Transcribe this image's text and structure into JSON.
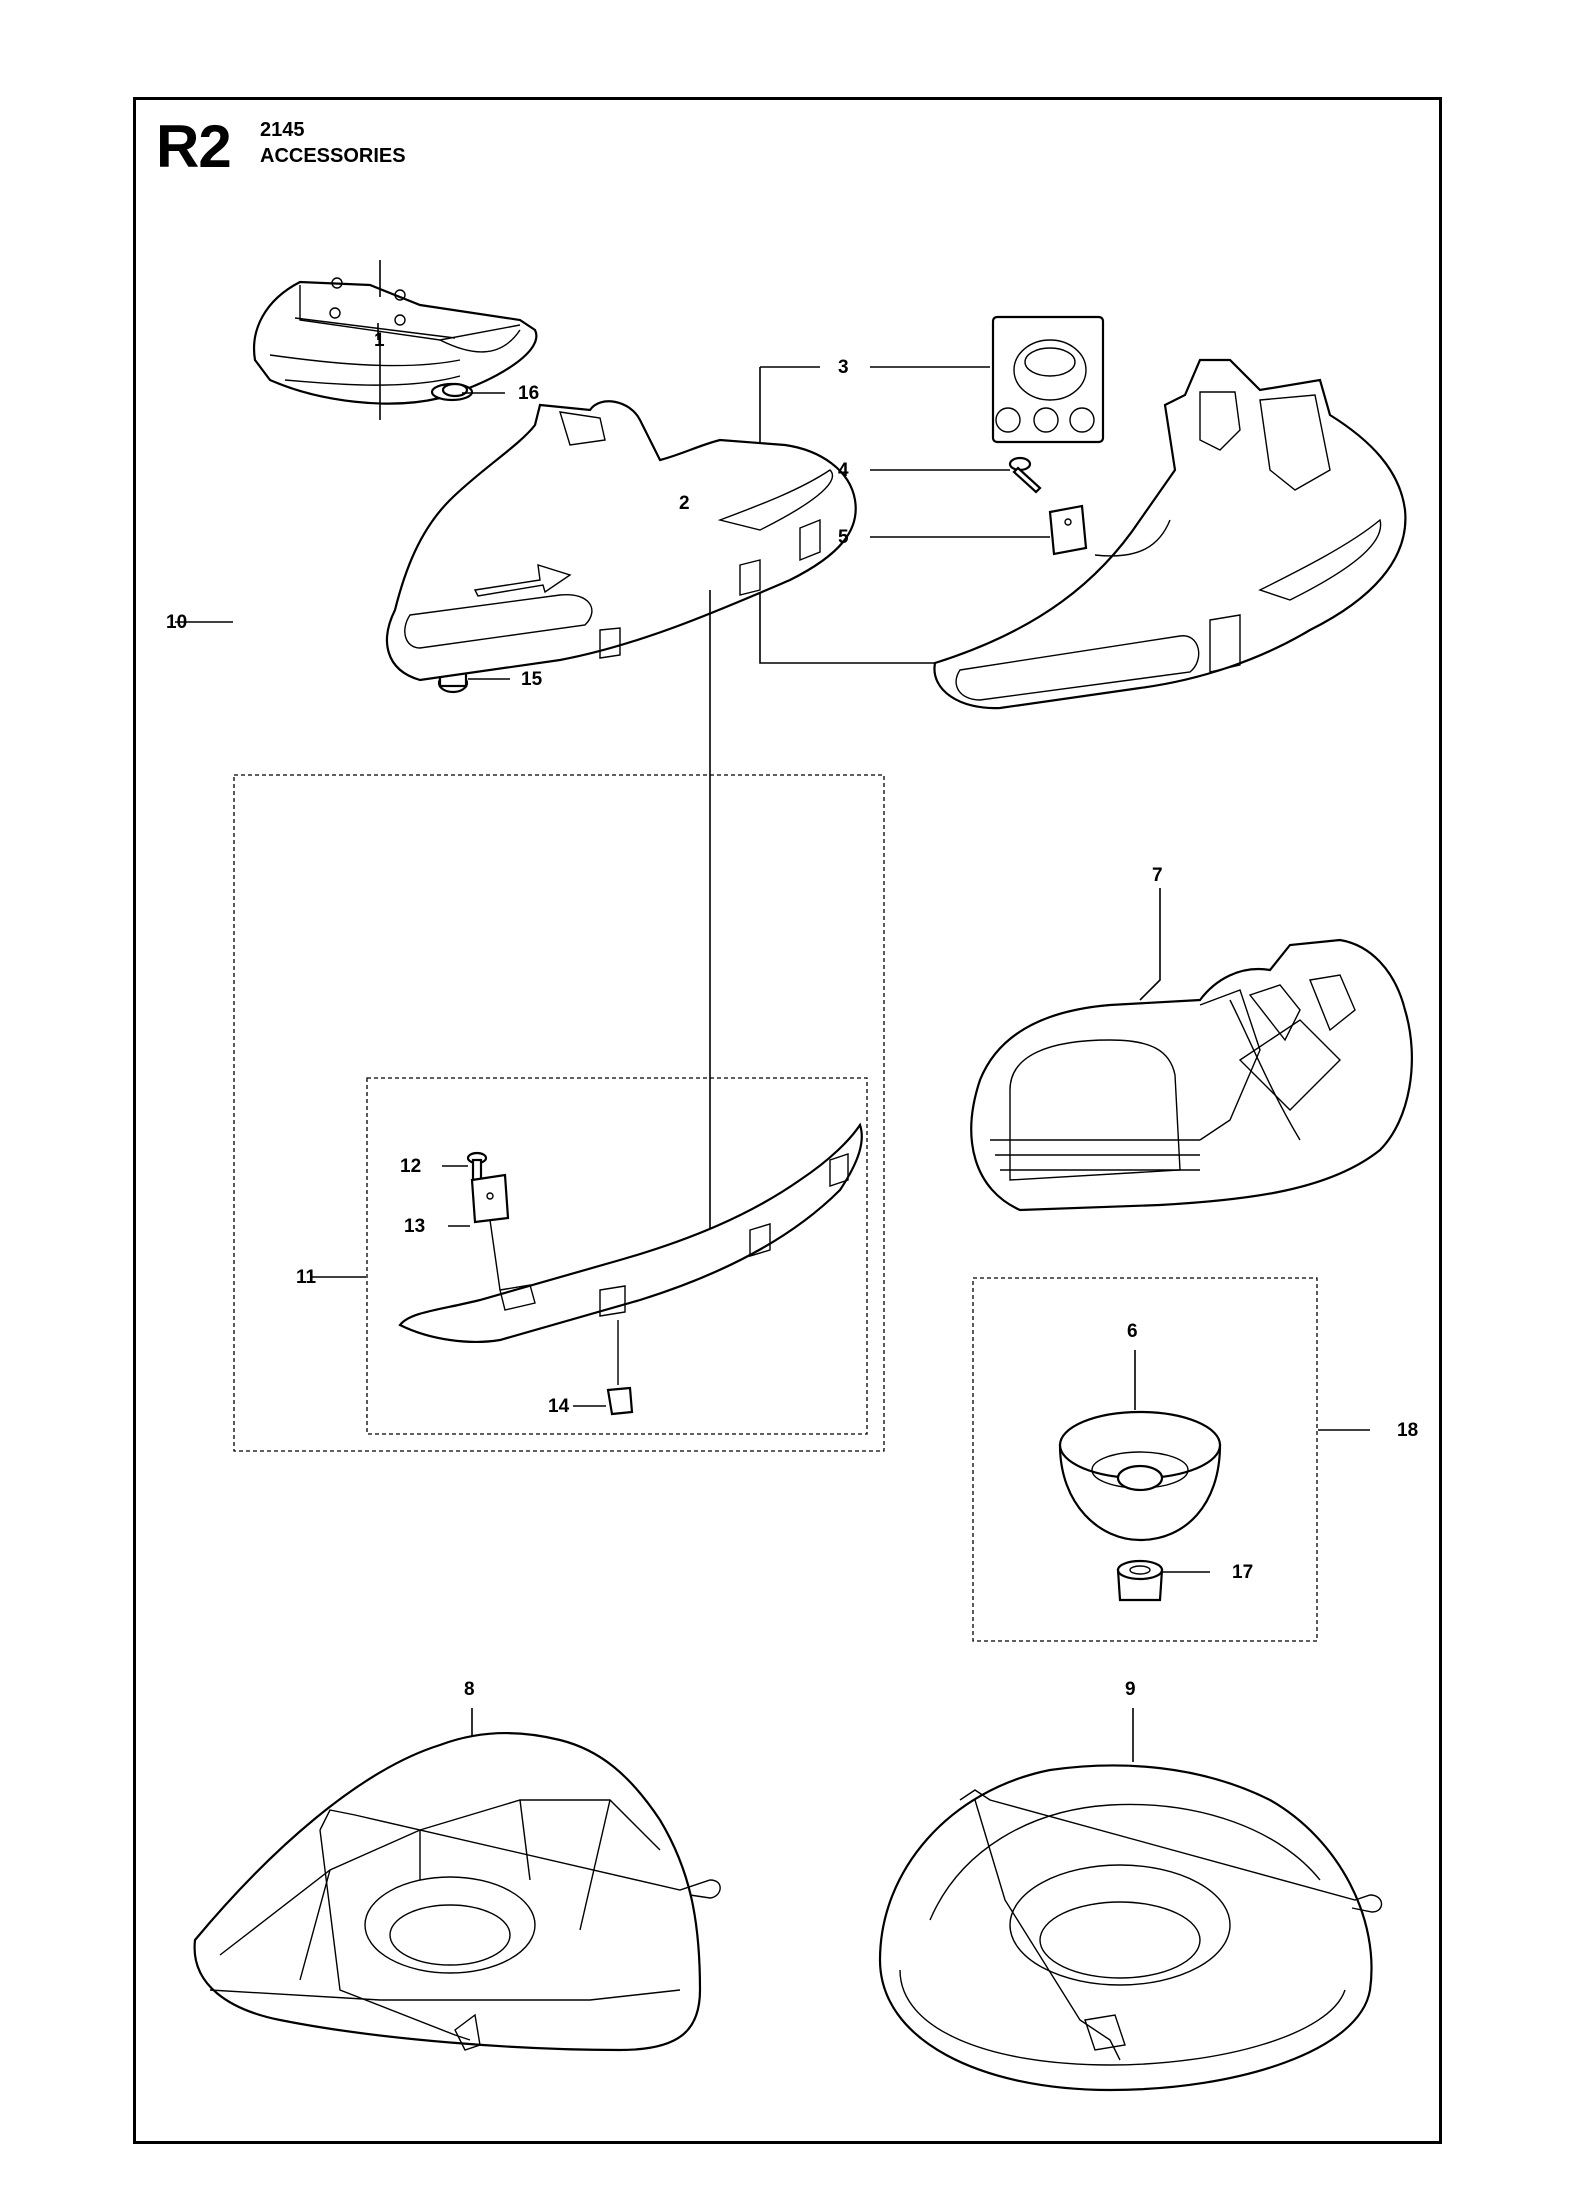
{
  "header": {
    "code": "R2",
    "model": "2145",
    "section": "ACCESSORIES"
  },
  "callouts": [
    "1",
    "2",
    "3",
    "4",
    "5",
    "6",
    "7",
    "8",
    "9",
    "10",
    "11",
    "12",
    "13",
    "14",
    "15",
    "16",
    "17",
    "18"
  ]
}
